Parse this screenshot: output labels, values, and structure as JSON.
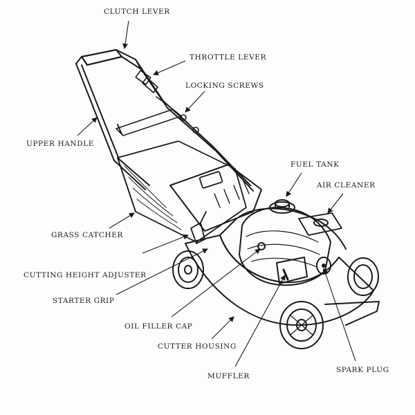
{
  "title": "",
  "labels": {
    "clutch_lever": "CLUTCH LEVER",
    "throttle_lever": "THROTTLE LEVER",
    "locking_screws": "LOCKING SCREWS",
    "upper_handle": "UPPER HANDLE",
    "fuel_tank": "FUEL TANK",
    "air_cleaner": "AIR CLEANER",
    "grass_catcher": "GRASS CATCHER",
    "cutting_height_adjuster": "CUTTING HEIGHT ADJUSTER",
    "starter_grip": "STARTER GRIP",
    "oil_filler_cap": "OIL FILLER CAP",
    "cutter_housing": "CUTTER HOUSING",
    "muffler": "MUFFLER",
    "spark_plug": "SPARK PLUG"
  }
}
